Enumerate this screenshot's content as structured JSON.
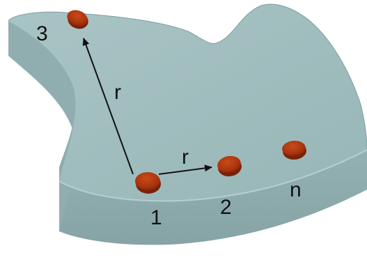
{
  "labels": {
    "site_1": "1",
    "site_2": "2",
    "site_3": "3",
    "site_n": "n",
    "distance_to_2": "r",
    "distance_to_3": "r"
  },
  "colors": {
    "slab_top": "#9fbcbd",
    "slab_side": "#8aa8aa",
    "slab_edge": "#6f8e90",
    "site_fill": "#b3360e",
    "site_dark": "#7a2208",
    "arrow": "#111111"
  }
}
